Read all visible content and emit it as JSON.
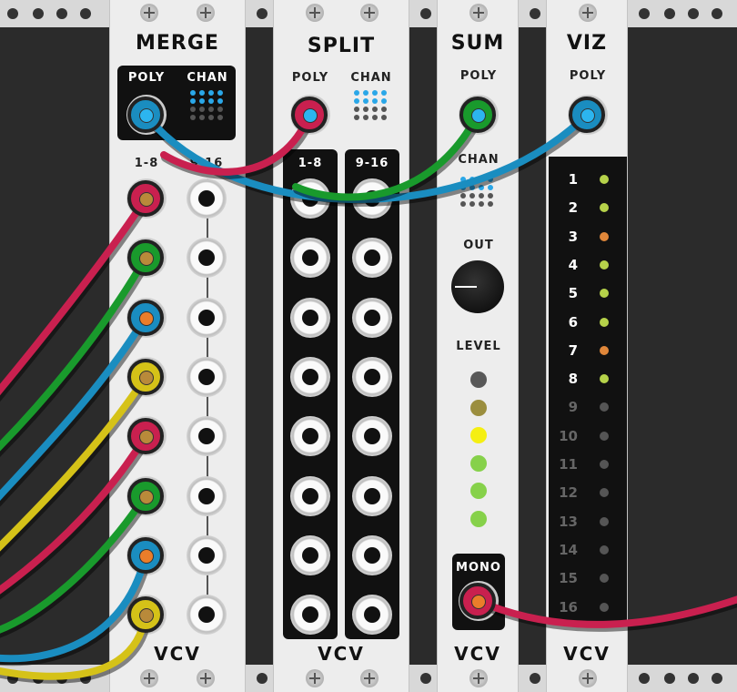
{
  "colors": {
    "red": "#c9204f",
    "green": "#199a2c",
    "blue": "#1a8dc0",
    "yellow": "#d5c218",
    "brown_core": "#b98a3a",
    "orange_core": "#ea7d2a",
    "blue_core": "#2cb5ef",
    "led_dark_grey": "#585858",
    "led_olive": "#9b8e3e",
    "led_yellow": "#f5ef12",
    "led_green": "#86d14a",
    "viz_led_green": "#b6d24a",
    "viz_led_orange": "#e0873a",
    "viz_led_off": "#555555",
    "chan_on": "#2aa7e8",
    "chan_off": "#555555"
  },
  "modules": {
    "merge": {
      "title": "MERGE",
      "poly_label": "POLY",
      "chan_label": "CHAN",
      "label_1_8": "1-8",
      "label_9_16": "9-16",
      "logo": "VCV",
      "chan_active_count": 8
    },
    "split": {
      "title": "SPLIT",
      "poly_label": "POLY",
      "chan_label": "CHAN",
      "label_1_8": "1-8",
      "label_9_16": "9-16",
      "logo": "VCV",
      "chan_active_count": 8
    },
    "sum": {
      "title": "SUM",
      "poly_label": "POLY",
      "chan_label": "CHAN",
      "out_label": "OUT",
      "level_label": "LEVEL",
      "mono_label": "MONO",
      "logo": "VCV",
      "chan_active_count": 8,
      "level_leds": [
        "led_dark_grey",
        "led_olive",
        "led_yellow",
        "led_green",
        "led_green",
        "led_green"
      ]
    },
    "viz": {
      "title": "VIZ",
      "poly_label": "POLY",
      "logo": "VCV",
      "channels": [
        {
          "num": "1",
          "led": "viz_led_green"
        },
        {
          "num": "2",
          "led": "viz_led_green"
        },
        {
          "num": "3",
          "led": "viz_led_orange"
        },
        {
          "num": "4",
          "led": "viz_led_green"
        },
        {
          "num": "5",
          "led": "viz_led_green"
        },
        {
          "num": "6",
          "led": "viz_led_green"
        },
        {
          "num": "7",
          "led": "viz_led_orange"
        },
        {
          "num": "8",
          "led": "viz_led_green"
        },
        {
          "num": "9",
          "led": "viz_led_off"
        },
        {
          "num": "10",
          "led": "viz_led_off"
        },
        {
          "num": "11",
          "led": "viz_led_off"
        },
        {
          "num": "12",
          "led": "viz_led_off"
        },
        {
          "num": "13",
          "led": "viz_led_off"
        },
        {
          "num": "14",
          "led": "viz_led_off"
        },
        {
          "num": "15",
          "led": "viz_led_off"
        },
        {
          "num": "16",
          "led": "viz_led_off"
        }
      ]
    }
  },
  "cables": [
    {
      "name": "merge-poly-to-viz-poly",
      "color": "blue"
    },
    {
      "name": "split-poly-cable",
      "color": "red"
    },
    {
      "name": "sum-poly-cable",
      "color": "green"
    },
    {
      "name": "sum-mono-out-cable",
      "color": "red"
    },
    {
      "name": "merge-in-1-cable",
      "color": "red"
    },
    {
      "name": "merge-in-2-cable",
      "color": "green"
    },
    {
      "name": "merge-in-3-cable",
      "color": "blue"
    },
    {
      "name": "merge-in-4-cable",
      "color": "yellow"
    },
    {
      "name": "merge-in-5-cable",
      "color": "red"
    },
    {
      "name": "merge-in-6-cable",
      "color": "green"
    },
    {
      "name": "merge-in-7-cable",
      "color": "blue"
    },
    {
      "name": "merge-in-8-cable",
      "color": "yellow"
    }
  ],
  "merge_inputs": [
    {
      "color": "red",
      "core": "brown_core"
    },
    {
      "color": "green",
      "core": "brown_core"
    },
    {
      "color": "blue",
      "core": "orange_core"
    },
    {
      "color": "yellow",
      "core": "brown_core"
    },
    {
      "color": "red",
      "core": "brown_core"
    },
    {
      "color": "green",
      "core": "brown_core"
    },
    {
      "color": "blue",
      "core": "orange_core"
    },
    {
      "color": "yellow",
      "core": "brown_core"
    }
  ]
}
